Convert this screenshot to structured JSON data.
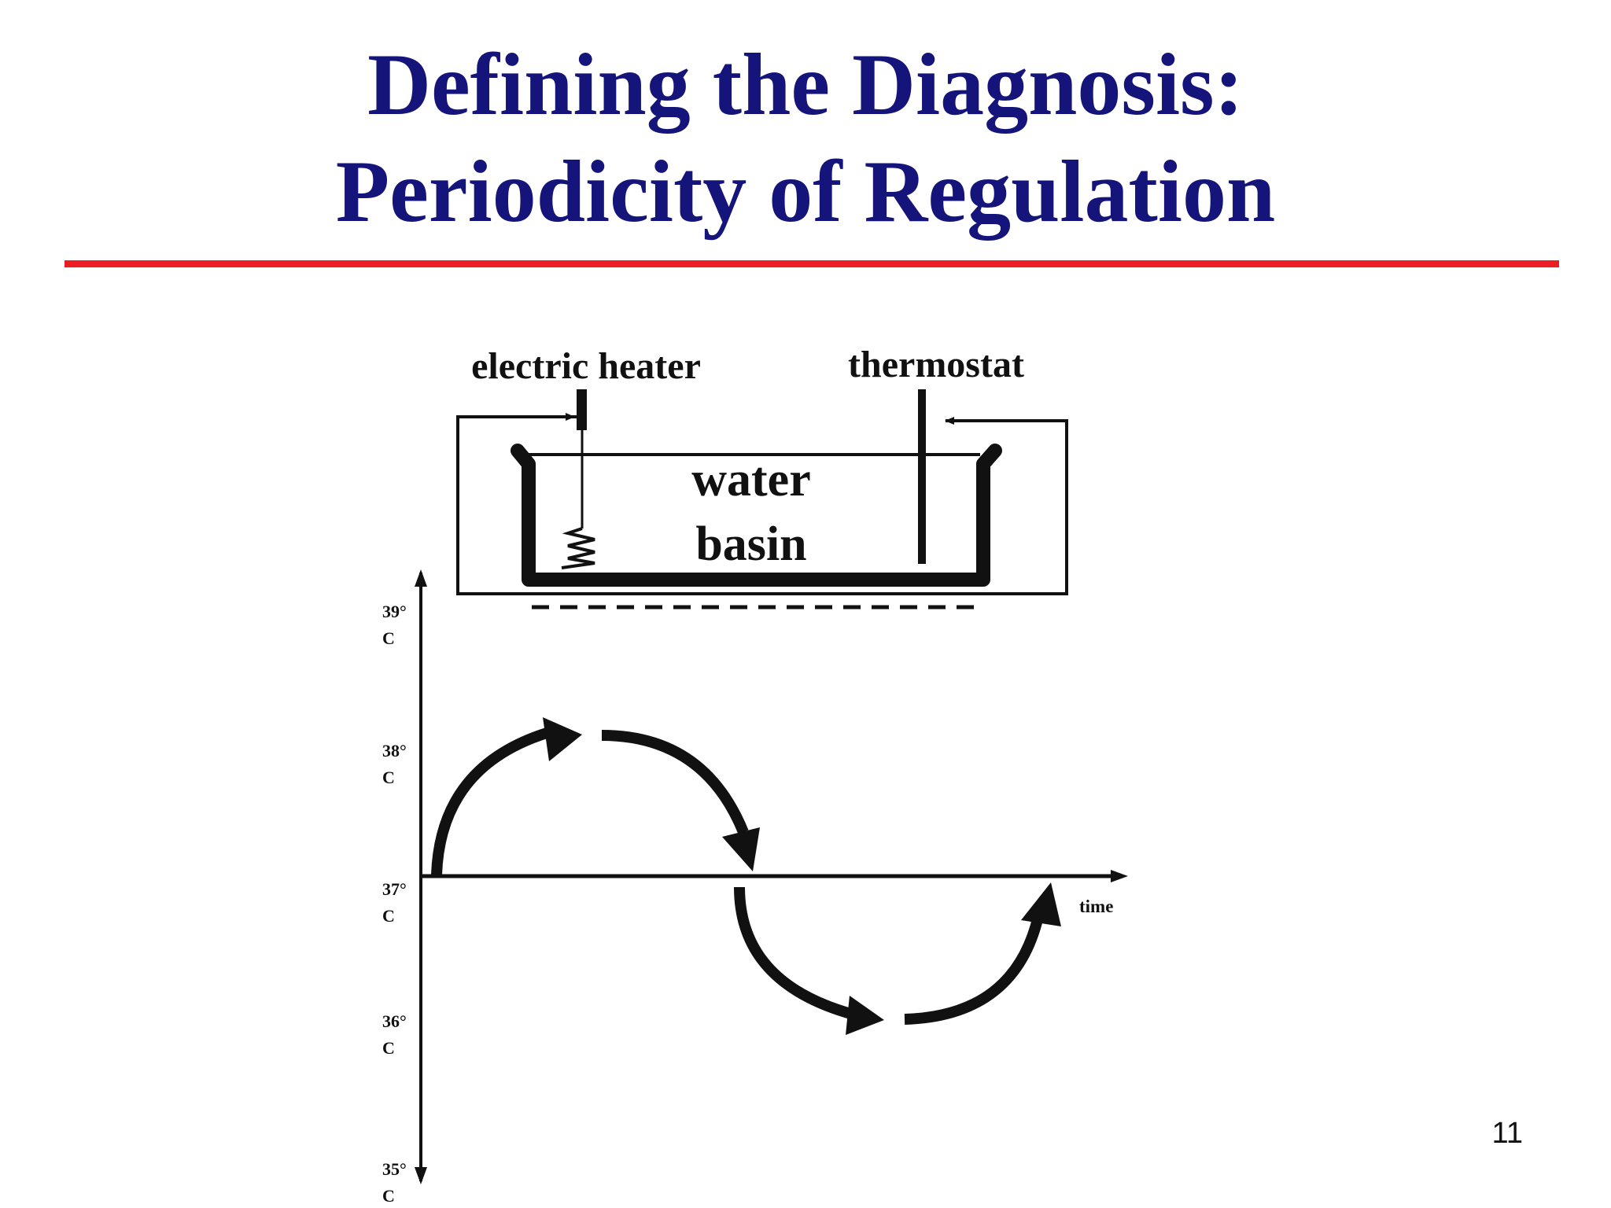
{
  "slide": {
    "title_line1": "Defining the Diagnosis:",
    "title_line2": "Periodicity of Regulation",
    "page_number": "11"
  },
  "diagram": {
    "heater_label": "electric heater",
    "thermostat_label": "thermostat",
    "basin_label_line1": "water",
    "basin_label_line2": "basin"
  },
  "graph": {
    "y_ticks": [
      {
        "deg": "39°",
        "unit": "C"
      },
      {
        "deg": "38°",
        "unit": "C"
      },
      {
        "deg": "37°",
        "unit": "C"
      },
      {
        "deg": "36°",
        "unit": "C"
      },
      {
        "deg": "35°",
        "unit": "C"
      }
    ],
    "x_label": "time"
  },
  "colors": {
    "title": "#14147a",
    "rule": "#ee1c24",
    "ink": "#111111"
  }
}
